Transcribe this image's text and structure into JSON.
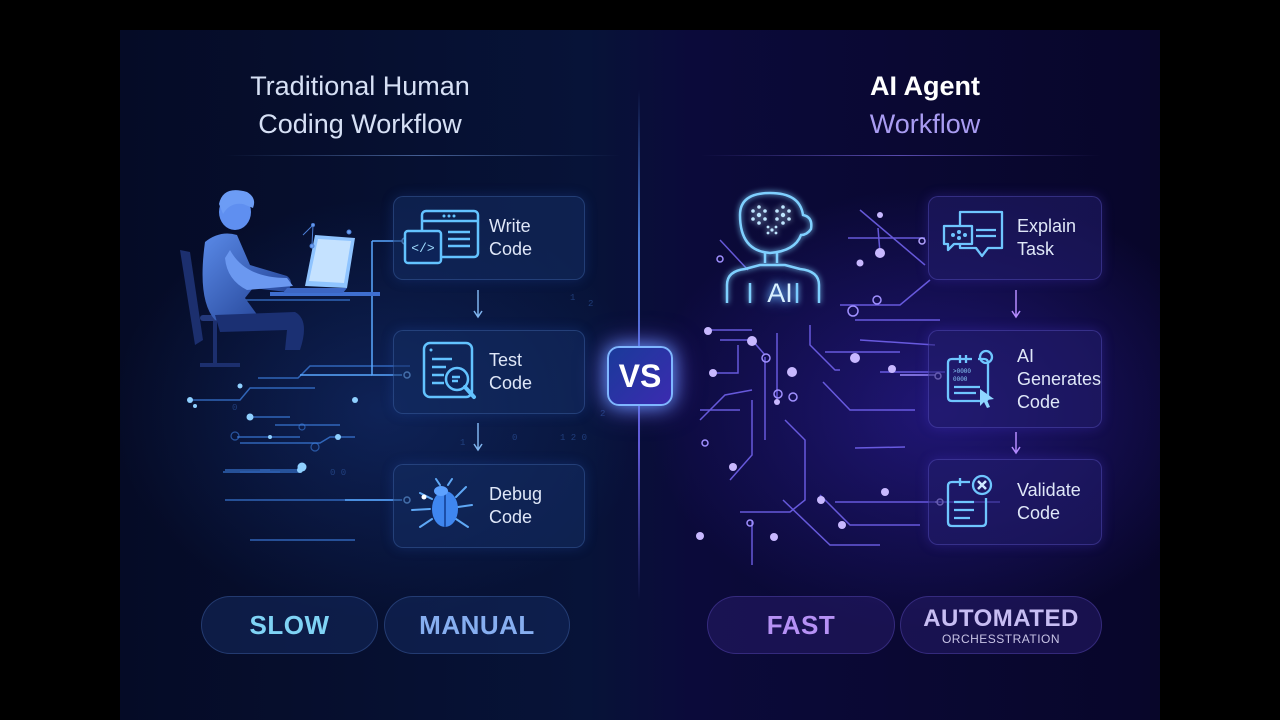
{
  "left": {
    "title_line1": "Traditional Human",
    "title_line2": "Coding Workflow",
    "steps": [
      {
        "line1": "Write",
        "line2": "Code",
        "icon": "code-window-icon"
      },
      {
        "line1": "Test",
        "line2": "Code",
        "icon": "magnifier-document-icon"
      },
      {
        "line1": "Debug",
        "line2": "Code",
        "icon": "bug-icon"
      }
    ],
    "badges": [
      {
        "main": "SLOW",
        "color": "#7fd3f5"
      },
      {
        "main": "MANUAL",
        "color": "#86aef0"
      }
    ],
    "illustration": "person-at-laptop"
  },
  "center": {
    "vs_label": "VS"
  },
  "right": {
    "title_line1": "AI Agent",
    "title_line2": "Workflow",
    "robot_label": "AI",
    "steps": [
      {
        "line1": "Explain",
        "line2": "Task",
        "line3": "",
        "icon": "chat-bubble-icon"
      },
      {
        "line1": "AI",
        "line2": "Generates",
        "line3": "Code",
        "icon": "generated-code-icon"
      },
      {
        "line1": "Validate",
        "line2": "Code",
        "line3": "",
        "icon": "validate-checklist-icon"
      }
    ],
    "badges": [
      {
        "main": "FAST",
        "sub": "",
        "color": "#b691f5"
      },
      {
        "main": "AUTOMATED",
        "sub": "ORCHESSTRATION",
        "color": "#c7bdf3"
      }
    ]
  },
  "colors": {
    "background": "#000000",
    "panel_left": "#071338",
    "panel_right": "#0b0a3a",
    "accent_blue": "#5aa8ff",
    "accent_violet": "#8b6cff"
  }
}
